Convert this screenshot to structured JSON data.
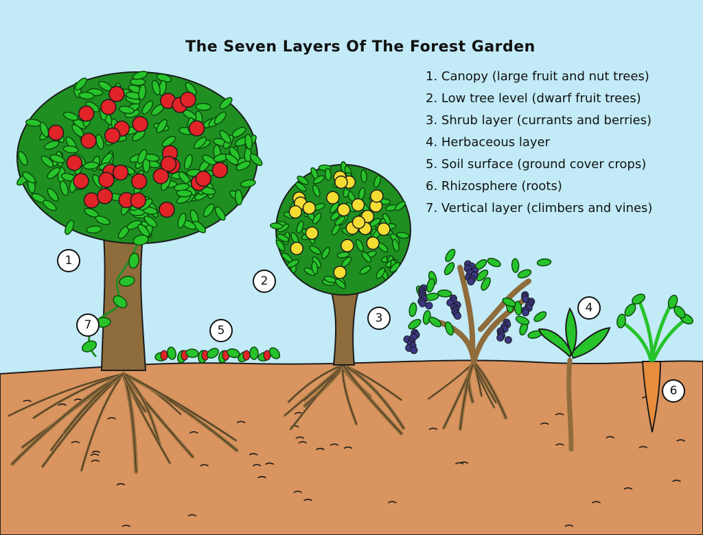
{
  "title": "The Seven Layers Of The Forest Garden",
  "legend": [
    "1. Canopy (large fruit and nut trees)",
    "2. Low tree level (dwarf fruit trees)",
    "3. Shrub layer (currants and berries)",
    "4. Herbaceous layer",
    "5. Soil surface (ground cover crops)",
    "6. Rhizosphere (roots)",
    "7. Vertical layer (climbers and vines)"
  ],
  "markers": [
    "1",
    "2",
    "3",
    "4",
    "5",
    "6",
    "7"
  ],
  "colors": {
    "sky": "#c2eaf7",
    "soil": "#d9945f",
    "leaf": "#27c32b",
    "leaf_dark": "#0c4a0c",
    "trunk": "#8f6c3b",
    "apple": "#e02427",
    "lemon": "#f3dd33",
    "grape": "#3b3783",
    "carrot": "#e88d3c",
    "outline": "#1b1b1b"
  }
}
